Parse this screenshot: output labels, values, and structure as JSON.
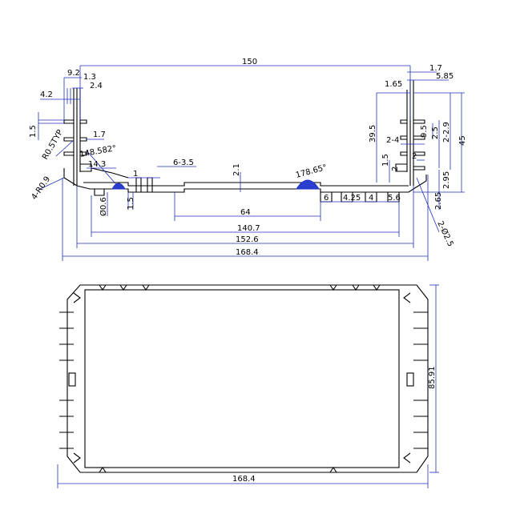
{
  "top_view": {
    "dimensions": {
      "overall_top": "150",
      "d_9_2": "9.2",
      "d_1_3": "1.3",
      "d_2_4_left": "2.4",
      "d_4_2": "4.2",
      "d_1_5_left": "1.5",
      "r05_typ": "R0.5TYP",
      "d_1_7_left": "1.7",
      "angle_148": "148.582°",
      "d_14_3": "14.3",
      "d_1": "1",
      "d_6_3_5": "6-3.5",
      "d_2_1": "2.1",
      "angle_178": "178.65°",
      "four_r0_9": "4-R0.9",
      "d_0_6": "Ø0.6",
      "d_1_5_mid": "1.5",
      "d_64": "64",
      "d_140_7": "140.7",
      "d_152_6": "152.6",
      "d_168_4_top": "168.4",
      "d_1_7_right": "1.7",
      "d_5_85": "5.85",
      "d_1_65": "1.65",
      "d_39_5": "39.5",
      "d_2_4_right": "2-4",
      "d_2_5": "2.5",
      "d_2_2_9": "2-2.9",
      "d_45": "45",
      "d_9_5": "9.5",
      "d_2a": "2",
      "d_1_5_right": "1.5",
      "d_2b": "2",
      "d_2_95": "2.95",
      "d_6": "6",
      "d_4_25": "4.25",
      "d_4": "4",
      "d_5_6": "5.6",
      "d_2_65": "2.65",
      "d_2_0_5": "2-Ø2.5"
    }
  },
  "bottom_view": {
    "dimensions": {
      "d_85_91": "85.91",
      "d_168_4_bottom": "168.4"
    }
  },
  "colors": {
    "dimension_line": "#1f2fbf",
    "part_outline": "#000000",
    "background": "#ffffff"
  }
}
